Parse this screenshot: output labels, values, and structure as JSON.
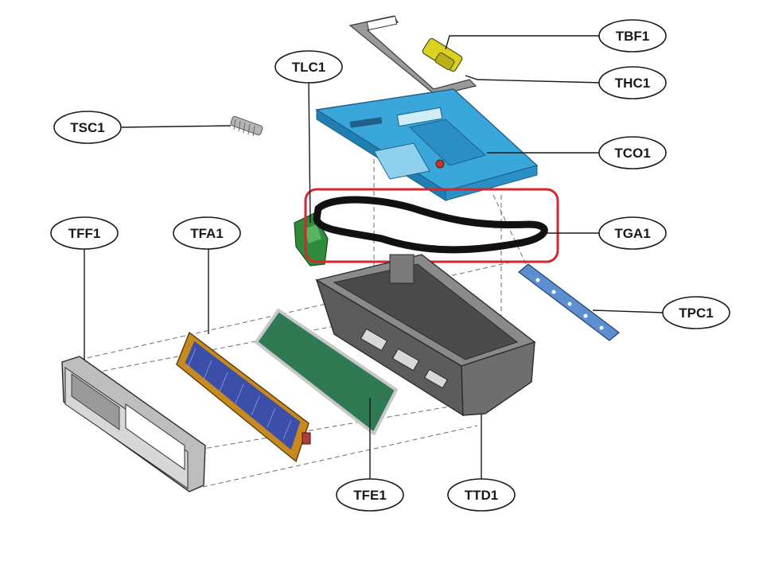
{
  "diagram": {
    "labels": {
      "tbf1": "TBF1",
      "thc1": "THC1",
      "tlc1": "TLC1",
      "tsc1": "TSC1",
      "tco1": "TCO1",
      "tga1": "TGA1",
      "tff1": "TFF1",
      "tfa1": "TFA1",
      "tpc1": "TPC1",
      "tfe1": "TFE1",
      "ttd1": "TTD1"
    },
    "colors": {
      "cover": "#3aa7db",
      "cover_dark": "#1f7fb3",
      "gasket": "#111111",
      "highlight_box": "#d8262e",
      "green_part": "#2f8a3b",
      "green_panel": "#2f7a52",
      "bracket_yellow": "#d9d21f",
      "filter_frame": "#c88a1e",
      "filter_core": "#3c4fa8",
      "plate": "#5b8fd0",
      "housing": "#5c5c5c",
      "housing_light": "#8a8a8a"
    }
  }
}
